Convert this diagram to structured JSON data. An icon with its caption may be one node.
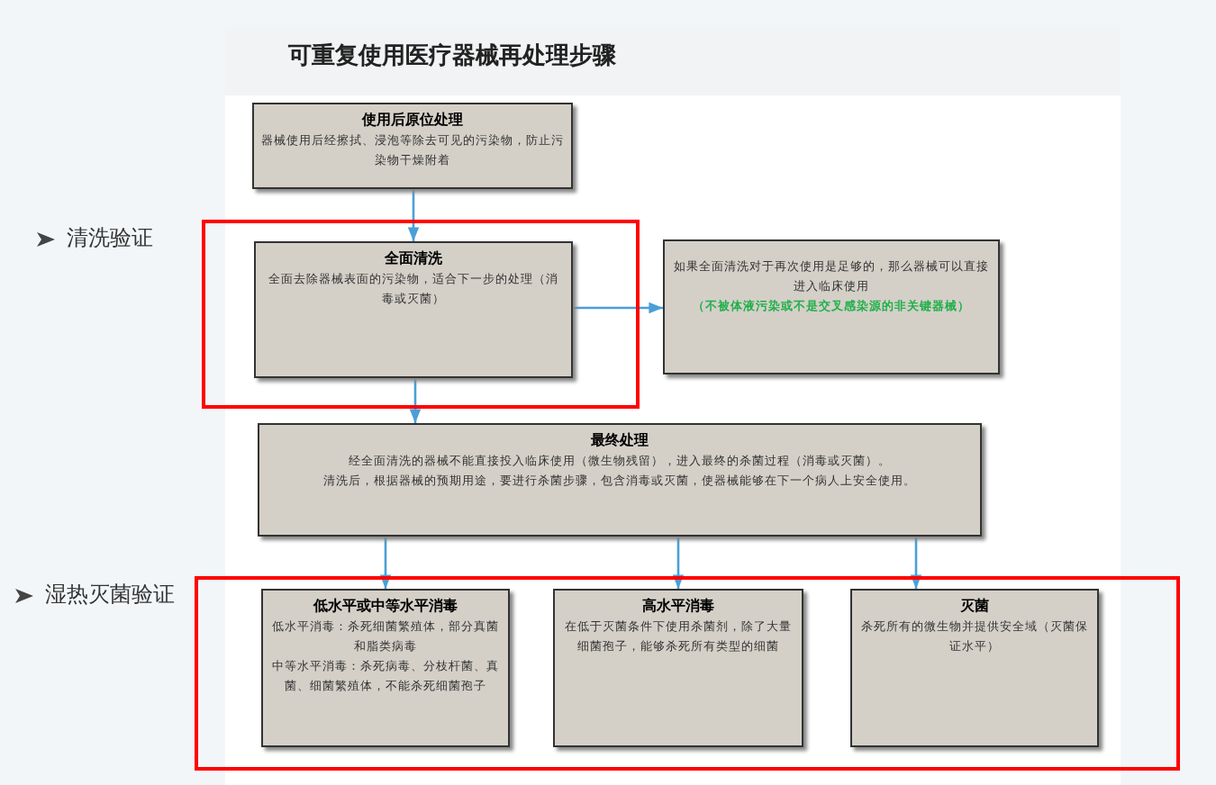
{
  "diagram": {
    "title": "可重复使用医疗器械再处理步骤",
    "nodes": [
      {
        "text": [
          "使用后原位处理",
          "器械使用后经擦拭、浸泡等除去可见的污染物，防止污染物干燥附着"
        ]
      },
      {
        "text": [],
        "shape": "box",
        "beside": [
          "清洗验证"
        ]
      },
      {
        "text": [
          "全面清洗",
          "全面去除器械表面的污染物，适合下一步的处理（消毒或灭菌）"
        ],
        "in": 1
      },
      {
        "text": [
          "如果全面清洗对于再次使用是足够的，那么器械可以直接进入临床使用",
          "（不被体液污染或不是交叉感染源的非关键器械）"
        ]
      },
      {
        "text": [
          "最终处理",
          "经全面清洗的器械不能直接投入临床使用（微生物残留），进入最终的杀菌过程（消毒或灭菌）。",
          "清洗后，根据器械的预期用途，要进行杀菌步骤，包含消毒或灭菌，使器械能够在下一个病人上安全使用。"
        ]
      },
      {
        "text": [],
        "shape": "box",
        "beside": [
          "湿热灭菌验证"
        ]
      },
      {
        "text": [
          "低水平或中等水平消毒",
          "低水平消毒：杀死细菌繁殖体，部分真菌和脂类病毒",
          "中等水平消毒：杀死病毒、分枝杆菌、真菌、细菌繁殖体，不能杀死细菌孢子"
        ],
        "in": 5
      },
      {
        "text": [
          "高水平消毒",
          "在低于灭菌条件下使用杀菌剂，除了大量细菌孢子，能够杀死所有类型的细菌"
        ],
        "in": 5
      },
      {
        "text": [
          "灭菌",
          "杀死所有的微生物并提供安全域（灭菌保证水平）"
        ],
        "in": 5
      }
    ],
    "edges": [
      {
        "from": 0,
        "to": 2,
        "arrow": "to"
      },
      {
        "from": 2,
        "to": 3,
        "arrow": "to"
      },
      {
        "from": 2,
        "to": 4,
        "arrow": "to"
      },
      {
        "from": 4,
        "to": 6,
        "arrow": "to"
      },
      {
        "from": 4,
        "to": 7,
        "arrow": "to"
      },
      {
        "from": 4,
        "to": 8,
        "arrow": "to"
      }
    ]
  }
}
